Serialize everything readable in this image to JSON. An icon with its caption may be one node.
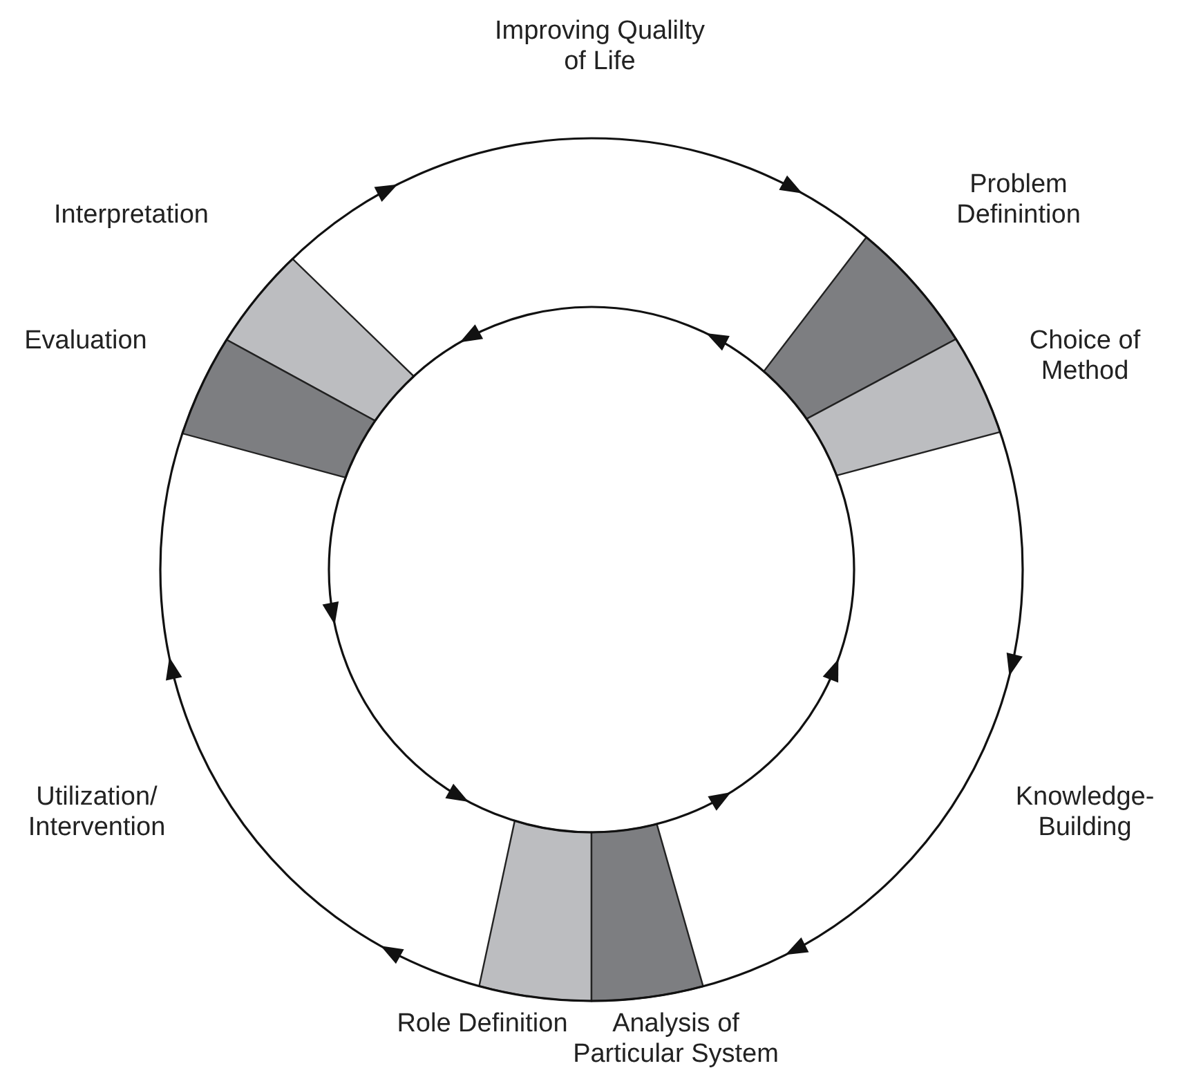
{
  "diagram": {
    "nodes": [
      {
        "text": [],
        "shape": "bar",
        "beside": [
          "Problem Definintion"
        ]
      },
      {
        "text": [],
        "shape": "bar",
        "beside": [
          "Interpretation"
        ]
      },
      {
        "text": [],
        "shape": "bar",
        "beside": [
          "Choice of Method"
        ]
      },
      {
        "text": [],
        "shape": "bar",
        "beside": [
          "Evaluation"
        ]
      },
      {
        "text": [],
        "shape": "bar",
        "beside": [
          "Role Definition"
        ]
      },
      {
        "text": [],
        "shape": "bar",
        "beside": [
          "Analysis of Particular System"
        ]
      }
    ],
    "labels": [
      "Improving Qualilty of Life",
      "Knowledge-Building",
      "Utilization/Intervention"
    ]
  }
}
